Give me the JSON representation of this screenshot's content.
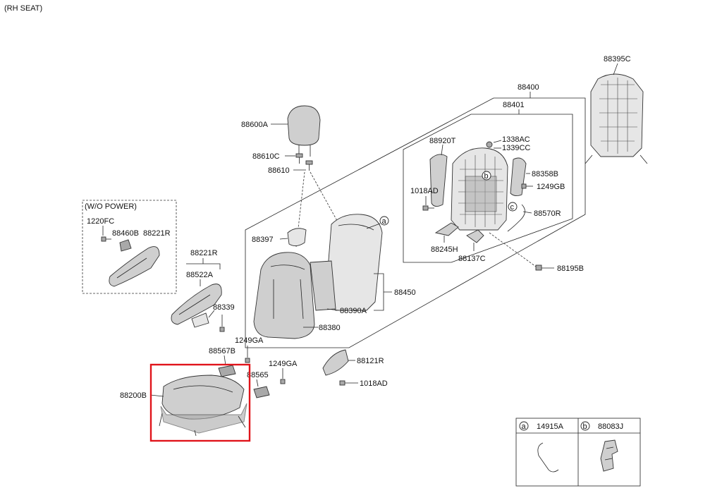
{
  "title": "(RH SEAT)",
  "wo_power_label": "(W/O POWER)",
  "labels": {
    "p88395C": "88395C",
    "p88400": "88400",
    "p88401": "88401",
    "p88600A": "88600A",
    "p88610C": "88610C",
    "p88610": "88610",
    "p88920T": "88920T",
    "p1338AC": "1338AC",
    "p1339CC": "1339CC",
    "p88358B": "88358B",
    "p1249GB": "1249GB",
    "p1018AD_top": "1018AD",
    "p88570R": "88570R",
    "p88245H": "88245H",
    "p88137C": "88137C",
    "p88195B": "88195B",
    "p1220FC": "1220FC",
    "p88460B": "88460B",
    "p88221R_wo": "88221R",
    "p88221R": "88221R",
    "p88522A": "88522A",
    "p88339": "88339",
    "p88397": "88397",
    "p88450": "88450",
    "p88390A": "88390A",
    "p88380": "88380",
    "p1249GA_a": "1249GA",
    "p88567B": "88567B",
    "p1249GA_b": "1249GA",
    "p88565": "88565",
    "p88121R": "88121R",
    "p1018AD_bot": "1018AD",
    "p88200B": "88200B"
  },
  "callouts": {
    "a": "a",
    "b": "b",
    "c": "c"
  },
  "legend": {
    "a_letter": "a",
    "a_part": "14915A",
    "b_letter": "b",
    "b_part": "88083J"
  },
  "colors": {
    "highlight": "#e0141b"
  }
}
